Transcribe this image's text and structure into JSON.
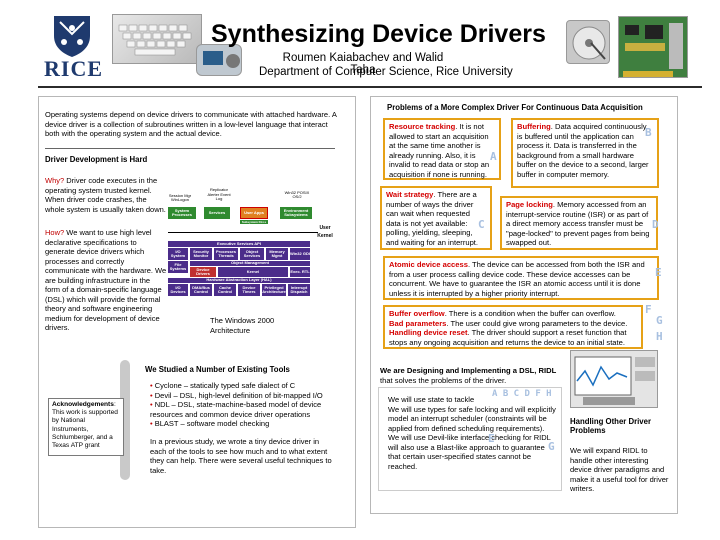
{
  "header": {
    "logo_text": "RICE",
    "title": "Synthesizing Device Drivers",
    "authors": "Roumen Kaiabachev and Walid Taha",
    "department": "Department of Computer Science, Rice University"
  },
  "left": {
    "intro": "Operating systems depend on device drivers to communicate with attached hardware. A device driver is a collection of subroutines written in a low-level language that interact both with the operating system and the actual device.",
    "section_title": "Driver Development is Hard",
    "why_label": "Why?",
    "why_text": " Driver code executes in the operating system trusted kernel. When driver code crashes, the whole system is usually taken down.",
    "how_label": "How?",
    "how_text": " We want to use high level declarative specifications to generate device drivers which processes and correctly communicate with the hardware.  We are building infrastructure in the form of a domain-specific language (DSL) which will provide the formal theory and software engineering medium for development of device drivers.",
    "arch_caption": "The Windows 2000 Architecture",
    "arch": {
      "labels": {
        "session_mgr": "Session Mgr WinLogon",
        "replicator": "Replicator Alerter Event Log",
        "win32_posix": "Win32 POSIX OS/2",
        "system_processes": "System Processes",
        "services": "Services",
        "user_apps": "User Apps",
        "env_subsystems": "Environment Subsystems",
        "user": "User",
        "kernel": "Kernel",
        "exec_services_api": "Executive Services API",
        "io_system": "I/O System",
        "security_monitor": "Security Monitor",
        "process_threads": "Processes Threads",
        "object_services": "Object Services",
        "memory_mgmt": "Memory Mgmt",
        "win32_gdi": "Win32 GDI",
        "file_systems": "File Systems",
        "object_mgmt": "Object Management",
        "device_drivers": "Device Drivers",
        "kernel_block": "Kernel",
        "exec_rtl": "Exec. RTL",
        "hal": "Hardware Abstraction Layer (HAL)",
        "io_devices": "I/O Devices",
        "dma_bus": "DMA/Bus Control",
        "cache_control": "Cache Control",
        "device_timers": "Device Timers",
        "privileged_arch": "Privileged Architecture",
        "interrupt_dispatch": "Interrupt Dispatch",
        "subsystem_dlls": "Subsystem DLLs"
      }
    },
    "studied_title": "We Studied a Number of Existing Tools",
    "tools": [
      "Cyclone – statically typed safe dialect of C",
      "Devil – DSL, high-level definition of bit-mapped I/O",
      "NDL – DSL, state-machine-based model of device resources and common device driver operations",
      "BLAST – software model checking"
    ],
    "previous_study": "In a previous study,  we wrote a tiny device driver in each of the tools to see how much and to what extent they can help. There were several useful techniques to take.",
    "ack_label": "Acknowledgements",
    "ack_text": "This work is supported by National Instruments, Schlumberger, and a Texas ATP grant"
  },
  "right": {
    "problems_title": "Problems of a More Complex Driver For Continuous Data Acquisition",
    "resource_label": "Resource tracking",
    "resource_text": ". It is not allowed to start an acquisition at the same time another is already running. Also, it is invalid to read data or stop an acquisition if none is running.",
    "buffering_label": "Buffering",
    "buffering_text": ". Data acquired continuously is buffered until the application can process it. Data is transferred in the background from a small hardware buffer on the device to a second, larger buffer in computer memory.",
    "wait_label": "Wait strategy",
    "wait_text": ". There are a number of ways the driver can wait when requested data is not yet available: polling, yielding, sleeping, and waiting for an interrupt.",
    "page_label": "Page locking",
    "page_text": ". Memory accessed from an interrupt-service routine (ISR) or as part of a direct memory access transfer must be \"page-locked\" to prevent pages from being swapped out.",
    "atomic_label": "Atomic device access",
    "atomic_text": ". The device can be accessed from both the ISR and from a user process calling device code. These device accesses can be concurrent. We have to guarantee the ISR an atomic access until it is done unless it is interrupted by a higher priority interrupt.",
    "overflow_label": "Buffer overflow",
    "overflow_text": ". There is a condition when the buffer can overflow.",
    "bad_params_label": "Bad parameters",
    "bad_params_text": ". The user could give wrong parameters to the device.",
    "reset_label": "Handling device reset",
    "reset_text": ". The driver should support a reset function that stops any ongoing acquisition and returns the device to an initial state.",
    "designing_title": "We are Designing and Implementing a DSL, RIDL",
    "designing_suffix": " that solves the problems of the driver.",
    "designing_items": [
      "We will use state to tackle",
      "We will use types for safe locking and will explicitly model an interrupt scheduler (constraints will be applied from defined scheduling requirements).",
      "We will use Devil-like interface checking for RIDL will also use a Blast-like approach to guarantee that certain user-specified states cannot be reached."
    ],
    "handling_title": "Handling Other Driver Problems",
    "handling_text": "We will expand RIDL to handle other interesting device driver paradigms and make it a useful tool for driver writers."
  },
  "deco_letters": {
    "a": "A",
    "b": "B",
    "c": "C",
    "d": "D",
    "e": "E",
    "f": "F",
    "g": "G",
    "h": "H",
    "abcdfh": "A B C D F H",
    "e2": "E",
    "g2": "G"
  },
  "colors": {
    "callout_border": "#e6a117",
    "emphasis_red": "#c00000",
    "logo_blue": "#1f3a6e"
  }
}
